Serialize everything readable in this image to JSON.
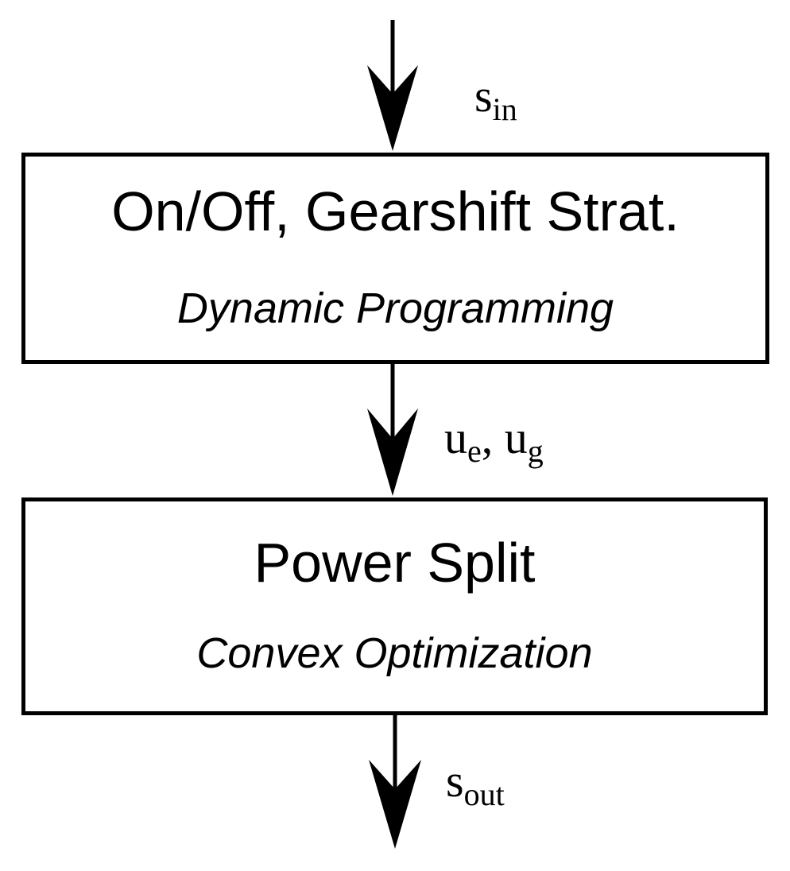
{
  "blocks": [
    {
      "title": "On/Off, Gearshift Strat.",
      "method": "Dynamic Programming"
    },
    {
      "title": "Power Split",
      "method": "Convex Optimization"
    }
  ],
  "signals": {
    "input": {
      "base": "s",
      "sub": "in"
    },
    "middle": {
      "first": {
        "base": "u",
        "sub": "e"
      },
      "separator": ", ",
      "second": {
        "base": "u",
        "sub": "g"
      }
    },
    "output": {
      "base": "s",
      "sub": "out"
    }
  },
  "colors": {
    "stroke": "#000000",
    "background": "#ffffff"
  }
}
